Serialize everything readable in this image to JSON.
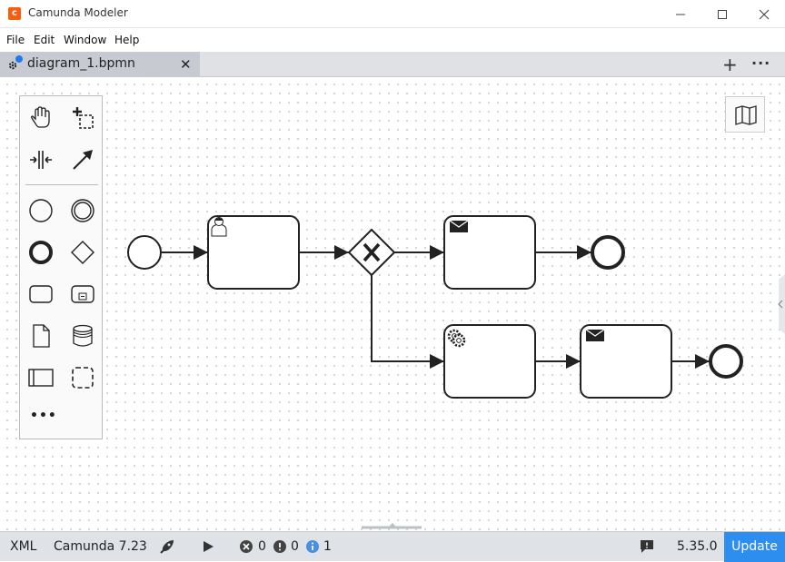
{
  "window": {
    "title": "Camunda Modeler",
    "app_icon_glyph": "c",
    "brand_color": "#fc5d0d"
  },
  "menu": {
    "items": [
      "File",
      "Edit",
      "Window",
      "Help"
    ]
  },
  "tabs": [
    {
      "label": "diagram_1.bpmn",
      "dirty": true,
      "icon": "bpmn-gear-icon"
    }
  ],
  "tab_actions": {
    "add": "+",
    "more": "···"
  },
  "palette": {
    "tools": [
      "hand-tool",
      "lasso-tool",
      "space-tool",
      "connect-tool",
      "start-event",
      "intermediate-event",
      "end-event",
      "gateway",
      "task",
      "subprocess",
      "data-object",
      "data-store",
      "pool",
      "group",
      "more-tools"
    ],
    "more_label": "•••"
  },
  "diagram": {
    "elements": [
      {
        "type": "startEvent"
      },
      {
        "type": "userTask"
      },
      {
        "type": "exclusiveGateway",
        "marker": "X"
      },
      {
        "type": "sendTask"
      },
      {
        "type": "endEvent"
      },
      {
        "type": "serviceTask"
      },
      {
        "type": "sendTask"
      },
      {
        "type": "endEvent"
      }
    ]
  },
  "status": {
    "format": "XML",
    "engine": "Camunda 7.23",
    "errors": "0",
    "warnings": "0",
    "infos": "1",
    "version": "5.35.0",
    "update_label": "Update",
    "accent": "#2e8ef0"
  }
}
